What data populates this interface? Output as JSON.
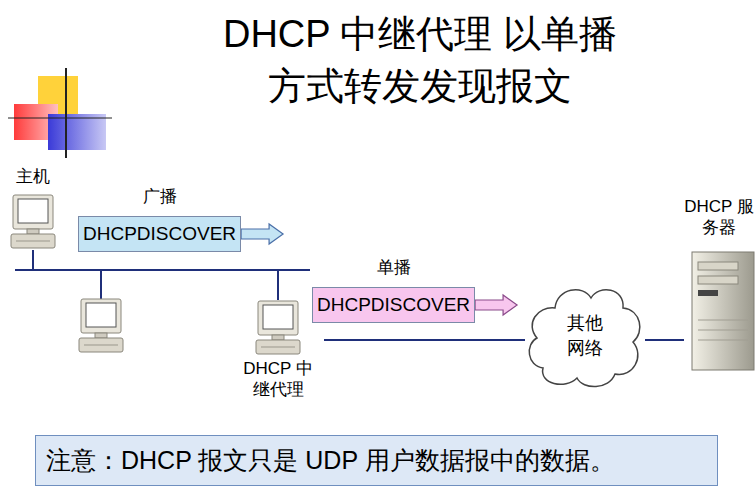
{
  "diagram": {
    "title": "DHCP 中继代理 以单播方式转发发现报文",
    "nodes": [
      {
        "text": [
          "主机"
        ]
      },
      {
        "text": [
          "广播",
          "DHCPDISCOVER"
        ]
      },
      {
        "text": [
          "DHCP 服务器"
        ]
      },
      {
        "text": [
          "单播",
          "DHCPDISCOVER"
        ]
      },
      {
        "text": [
          "其他 网络"
        ]
      },
      {
        "text": [
          "DHCP 中继代理"
        ]
      },
      {
        "text": [
          "注意：DHCP 报文只是 UDP 用户数据报中的数据。"
        ]
      }
    ],
    "edges": [
      {
        "from": 0,
        "to": 5,
        "arrow": "none"
      },
      {
        "from": 5,
        "to": 4,
        "arrow": "none"
      },
      {
        "from": 4,
        "to": 2,
        "arrow": "none"
      }
    ]
  }
}
